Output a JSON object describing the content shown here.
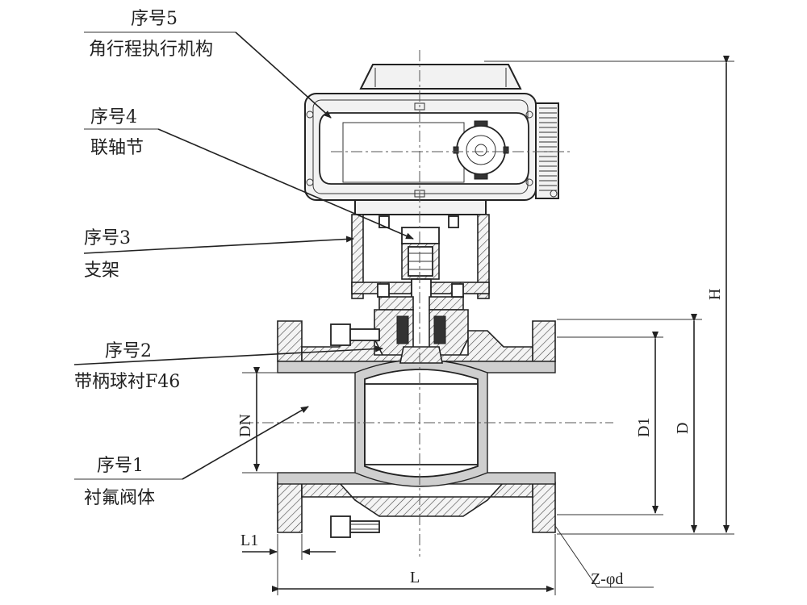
{
  "callouts": [
    {
      "num": "序号5",
      "name": "角行程执行机构"
    },
    {
      "num": "序号4",
      "name": "联轴节"
    },
    {
      "num": "序号3",
      "name": "支架"
    },
    {
      "num": "序号2",
      "name": "带柄球衬F46"
    },
    {
      "num": "序号1",
      "name": "衬氟阀体"
    }
  ],
  "dimensions": {
    "H": "H",
    "D": "D",
    "D1": "D1",
    "DN": "DN",
    "L1": "L1",
    "L": "L",
    "bolt_holes": "Z-φd"
  }
}
